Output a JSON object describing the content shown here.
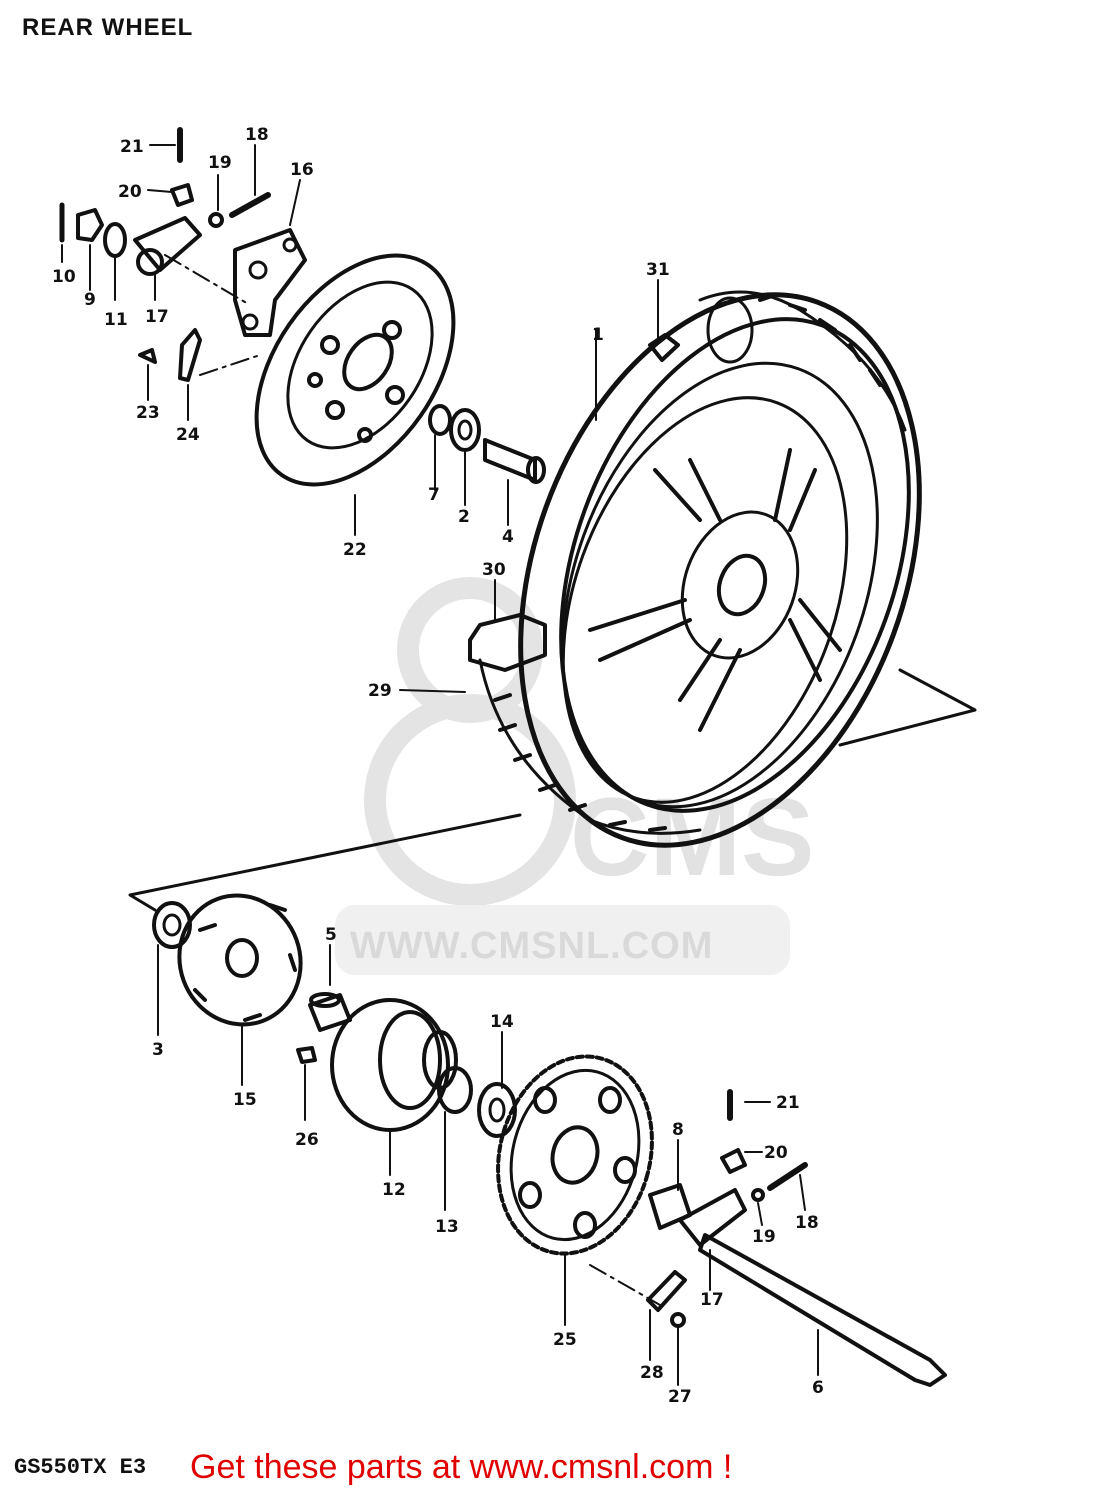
{
  "diagram": {
    "title": "REAR WHEEL",
    "model_code": "GS550TX  E3",
    "footer_link": "Get these parts at www.cmsnl.com !",
    "watermark": {
      "logo_text": "CMS",
      "url": "WWW.CMSNL.COM"
    },
    "colors": {
      "line": "#111111",
      "footer": "#e00000",
      "watermark": "#dddddd"
    },
    "part_numbers": [
      {
        "id": "p21a",
        "label": "21"
      },
      {
        "id": "p18a",
        "label": "18"
      },
      {
        "id": "p19a",
        "label": "19"
      },
      {
        "id": "p16",
        "label": "16"
      },
      {
        "id": "p20a",
        "label": "20"
      },
      {
        "id": "p10",
        "label": "10"
      },
      {
        "id": "p9",
        "label": "9"
      },
      {
        "id": "p11",
        "label": "11"
      },
      {
        "id": "p17a",
        "label": "17"
      },
      {
        "id": "p23",
        "label": "23"
      },
      {
        "id": "p24",
        "label": "24"
      },
      {
        "id": "p22",
        "label": "22"
      },
      {
        "id": "p7",
        "label": "7"
      },
      {
        "id": "p2",
        "label": "2"
      },
      {
        "id": "p4",
        "label": "4"
      },
      {
        "id": "p31",
        "label": "31"
      },
      {
        "id": "p1",
        "label": "1"
      },
      {
        "id": "p30",
        "label": "30"
      },
      {
        "id": "p29",
        "label": "29"
      },
      {
        "id": "p3",
        "label": "3"
      },
      {
        "id": "p15",
        "label": "15"
      },
      {
        "id": "p5",
        "label": "5"
      },
      {
        "id": "p26",
        "label": "26"
      },
      {
        "id": "p12",
        "label": "12"
      },
      {
        "id": "p14",
        "label": "14"
      },
      {
        "id": "p13",
        "label": "13"
      },
      {
        "id": "p25",
        "label": "25"
      },
      {
        "id": "p8",
        "label": "8"
      },
      {
        "id": "p21b",
        "label": "21"
      },
      {
        "id": "p20b",
        "label": "20"
      },
      {
        "id": "p18b",
        "label": "18"
      },
      {
        "id": "p19b",
        "label": "19"
      },
      {
        "id": "p17b",
        "label": "17"
      },
      {
        "id": "p28",
        "label": "28"
      },
      {
        "id": "p27",
        "label": "27"
      },
      {
        "id": "p6",
        "label": "6"
      }
    ]
  }
}
